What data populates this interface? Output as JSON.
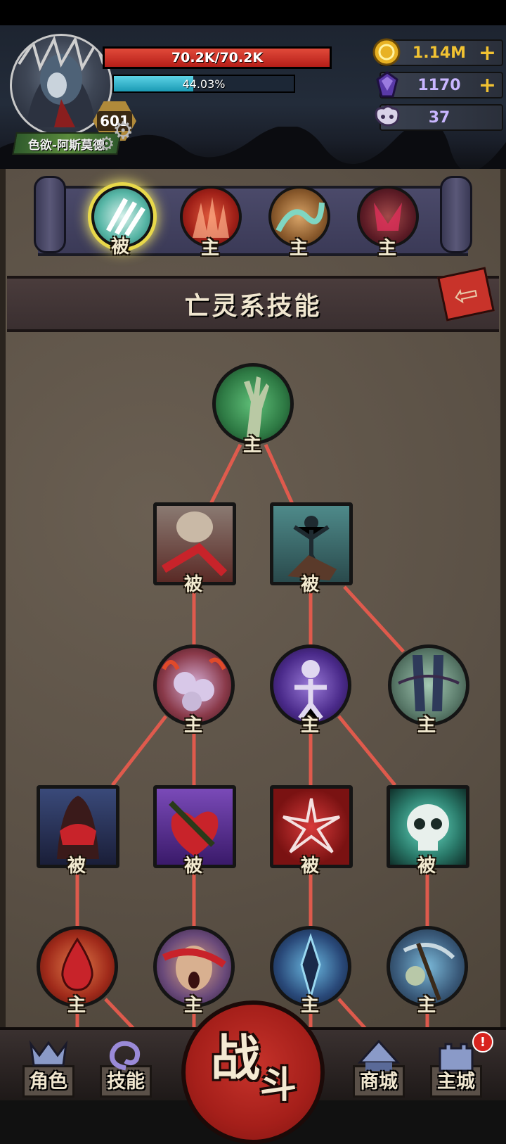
{
  "player": {
    "name": "色欲-阿斯莫德",
    "level": "601",
    "hp_text": "70.2K/70.2K",
    "hp_fraction": 1.0,
    "xp_text": "44.03%",
    "xp_fraction": 0.4403
  },
  "currencies": [
    {
      "name": "gold",
      "value": "1.14M",
      "color": "#f1c232",
      "has_plus": true
    },
    {
      "name": "gem",
      "value": "1170",
      "color": "#c9b6ff",
      "has_plus": true
    },
    {
      "name": "skull-token",
      "value": "37",
      "color": "#c9b6ff",
      "has_plus": false
    }
  ],
  "categories": [
    {
      "label": "被",
      "selected": true
    },
    {
      "label": "主",
      "selected": false
    },
    {
      "label": "主",
      "selected": false
    },
    {
      "label": "主",
      "selected": false
    }
  ],
  "tree_title": "亡灵系技能",
  "nodes": [
    {
      "label": "主"
    },
    {
      "label": "被"
    },
    {
      "label": "被"
    },
    {
      "label": "主"
    },
    {
      "label": "主"
    },
    {
      "label": "主"
    },
    {
      "label": "被"
    },
    {
      "label": "被"
    },
    {
      "label": "被"
    },
    {
      "label": "被"
    },
    {
      "label": "主"
    },
    {
      "label": "主"
    },
    {
      "label": "主"
    },
    {
      "label": "主"
    }
  ],
  "nav": {
    "role": "角色",
    "skill": "技能",
    "battle_1": "战",
    "battle_2": "斗",
    "shop": "商城",
    "city": "主城",
    "city_alert": "!"
  },
  "colors": {
    "link": "#e65b4d",
    "hp": "#c92a22",
    "xp": "#2bb3cc"
  }
}
